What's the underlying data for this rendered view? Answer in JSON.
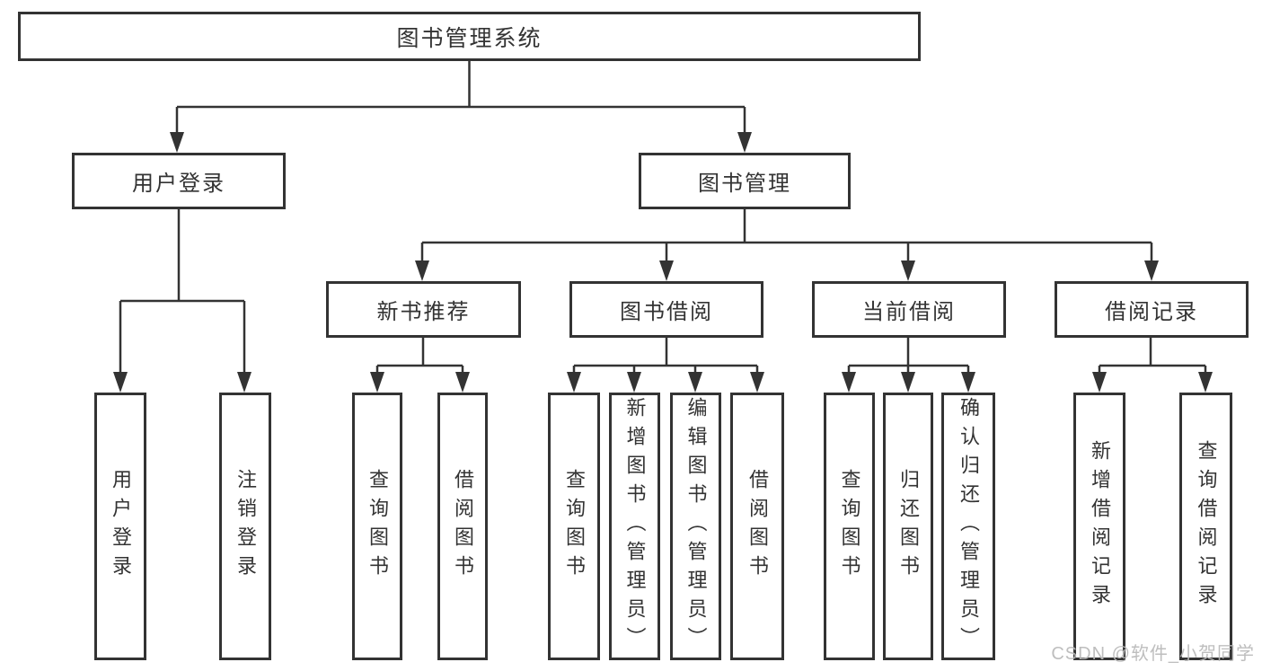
{
  "colors": {
    "line": "#333333",
    "border": "#333333",
    "text": "#333333",
    "watermark": "#b9b9b9",
    "background": "#ffffff"
  },
  "watermark": {
    "text": "CSDN @软件_小贺同学"
  },
  "tree": {
    "root": {
      "label": "图书管理系统",
      "children": [
        {
          "label": "用户登录",
          "children": [
            {
              "label": "用户登录"
            },
            {
              "label": "注销登录"
            }
          ]
        },
        {
          "label": "图书管理",
          "children": [
            {
              "label": "新书推荐",
              "children": [
                {
                  "label": "查询图书"
                },
                {
                  "label": "借阅图书"
                }
              ]
            },
            {
              "label": "图书借阅",
              "children": [
                {
                  "label": "查询图书"
                },
                {
                  "label": "新增图书（管理员）"
                },
                {
                  "label": "编辑图书（管理员）"
                },
                {
                  "label": "借阅图书"
                }
              ]
            },
            {
              "label": "当前借阅",
              "children": [
                {
                  "label": "查询图书"
                },
                {
                  "label": "归还图书"
                },
                {
                  "label": "确认归还（管理员）"
                }
              ]
            },
            {
              "label": "借阅记录",
              "children": [
                {
                  "label": "新增借阅记录"
                },
                {
                  "label": "查询借阅记录"
                }
              ]
            }
          ]
        }
      ]
    }
  }
}
